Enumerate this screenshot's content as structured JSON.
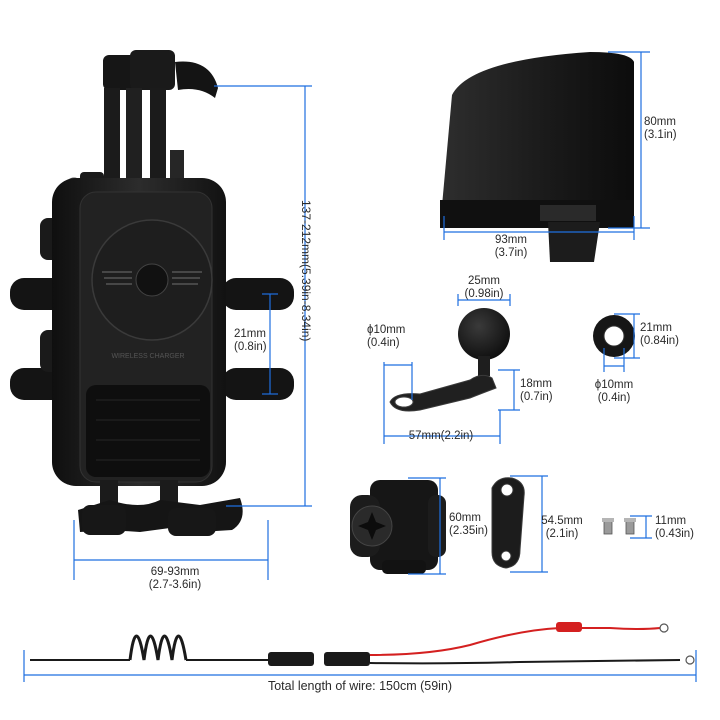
{
  "holder": {
    "height": "137-212mm(5.39in-8.34in)",
    "width_mm": "69-93mm",
    "width_in": "(2.7-3.6in)",
    "arm_mm": "21mm",
    "arm_in": "(0.8in)",
    "brand_text": "WIRELESS CHARGER"
  },
  "cover": {
    "height_mm": "80mm",
    "height_in": "(3.1in)",
    "width_mm": "93mm",
    "width_in": "(3.7in)"
  },
  "mirror_mount": {
    "ball_mm": "25mm",
    "ball_in": "(0.98in)",
    "hole_mm": "ϕ10mm",
    "hole_in": "(0.4in)",
    "height_mm": "18mm",
    "height_in": "(0.7in)",
    "length": "57mm(2.2in)"
  },
  "washer": {
    "outer_mm": "21mm",
    "outer_in": "(0.84in)",
    "inner_mm": "ϕ10mm",
    "inner_in": "(0.4in)"
  },
  "clamp": {
    "height_mm": "60mm",
    "height_in": "(2.35in)"
  },
  "extension_arm": {
    "length_mm": "54.5mm",
    "length_in": "(2.1in)"
  },
  "screws": {
    "length_mm": "11mm",
    "length_in": "(0.43in)"
  },
  "wire": {
    "total_length": "Total length of wire: 150cm (59in)"
  },
  "colors": {
    "dimension_line": "#1e6fe0",
    "product_dark": "#1c1c1c",
    "wire_red": "#d42020"
  }
}
